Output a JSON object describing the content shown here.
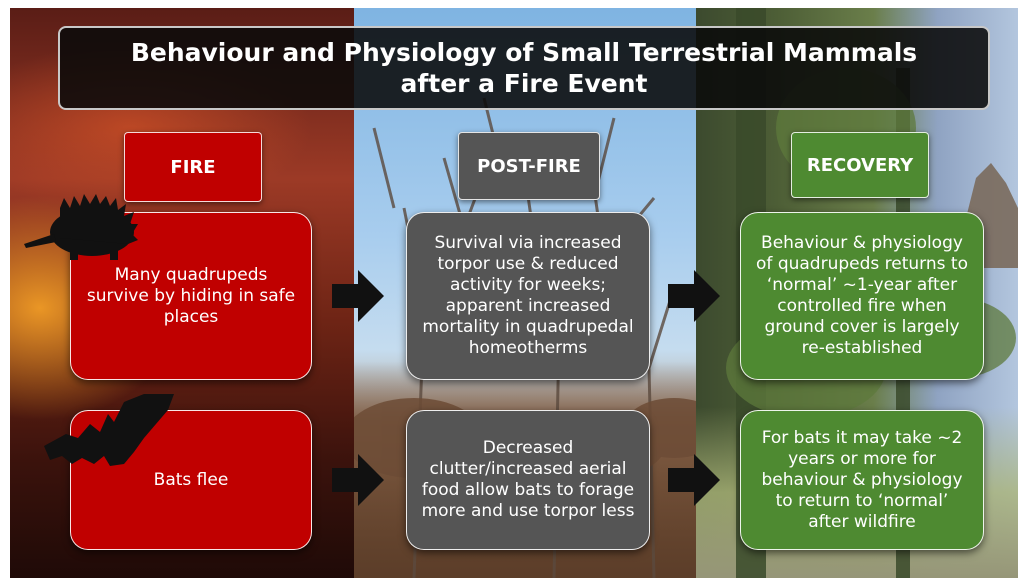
{
  "title": "Behaviour and Physiology of Small Terrestrial Mammals after a Fire Event",
  "columns": [
    {
      "header": "FIRE",
      "row1": "Many quadrupeds survive by hiding in safe places",
      "row2": "Bats flee"
    },
    {
      "header": "POST-FIRE",
      "row1": "Survival via increased torpor use & reduced activity for weeks; apparent increased mortality in quadrupedal homeotherms",
      "row2": "Decreased clutter/increased aerial food  allow bats to forage more and use torpor less"
    },
    {
      "header": "RECOVERY",
      "row1": "Behaviour & physiology of quadrupeds returns to ‘normal’ ~1-year after controlled fire when ground cover is largely re-established",
      "row2": "For bats it may take ~2 years or more for behaviour & physiology to return to ‘normal’ after wildfire"
    }
  ],
  "colors": {
    "fire": "#c00000",
    "post_fire": "#555555",
    "recovery": "#4e8a31",
    "title_bg": "#0a0a0a"
  },
  "icons": [
    "echidna-silhouette-icon",
    "bat-silhouette-icon",
    "right-arrow-icon"
  ]
}
